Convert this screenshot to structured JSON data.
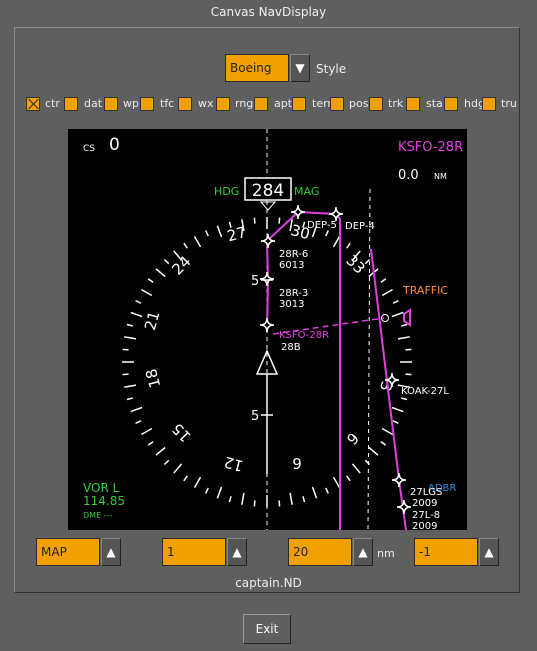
{
  "window": {
    "title": "Canvas NavDisplay"
  },
  "style": {
    "selected": "Boeing",
    "label": "Style"
  },
  "checkboxes": [
    {
      "label": "ctr",
      "checked": true
    },
    {
      "label": "dat",
      "checked": false
    },
    {
      "label": "wp",
      "checked": false
    },
    {
      "label": "tfc",
      "checked": false
    },
    {
      "label": "wx",
      "checked": false
    },
    {
      "label": "rng",
      "checked": false
    },
    {
      "label": "apt",
      "checked": false
    },
    {
      "label": "terr",
      "checked": false
    },
    {
      "label": "pos",
      "checked": false
    },
    {
      "label": "trk",
      "checked": false
    },
    {
      "label": "sta",
      "checked": false
    },
    {
      "label": "hdg",
      "checked": false
    },
    {
      "label": "tru",
      "checked": false
    }
  ],
  "nd": {
    "cs_label": "CS",
    "cs_value": "0",
    "route": "KSFO-28R",
    "distance": "0.0",
    "distance_unit": "NM",
    "hdg_label": "HDG",
    "heading": "284",
    "mag_label": "MAG",
    "traffic": "TRAFFIC",
    "compass": [
      "27",
      "30",
      "33",
      "24",
      "21",
      "18",
      "15",
      "12",
      "9",
      "6",
      "3"
    ],
    "waypoints": {
      "dep5": "DEP-5",
      "dep4": "DEP-4",
      "r6": "28R-6",
      "r6alt": "6013",
      "r3": "28R-3",
      "r3alt": "3013",
      "ksfo": "KSFO-28R",
      "r28b": "28B",
      "koak": "KOAK-27L",
      "gs": "27LGS",
      "gsalt": "2009",
      "l8": "27L-8",
      "l8alt": "2009",
      "dbr": "ADBR"
    },
    "range_marks": [
      "5",
      "5"
    ],
    "vor_label": "VOR L",
    "vor_freq": "114.85",
    "dme_label": "DME ---"
  },
  "controls": {
    "mode": "MAP",
    "param1": "1",
    "range": "20",
    "range_unit": "nm",
    "param3": "-1"
  },
  "caption": "captain.ND",
  "exit_label": "Exit"
}
